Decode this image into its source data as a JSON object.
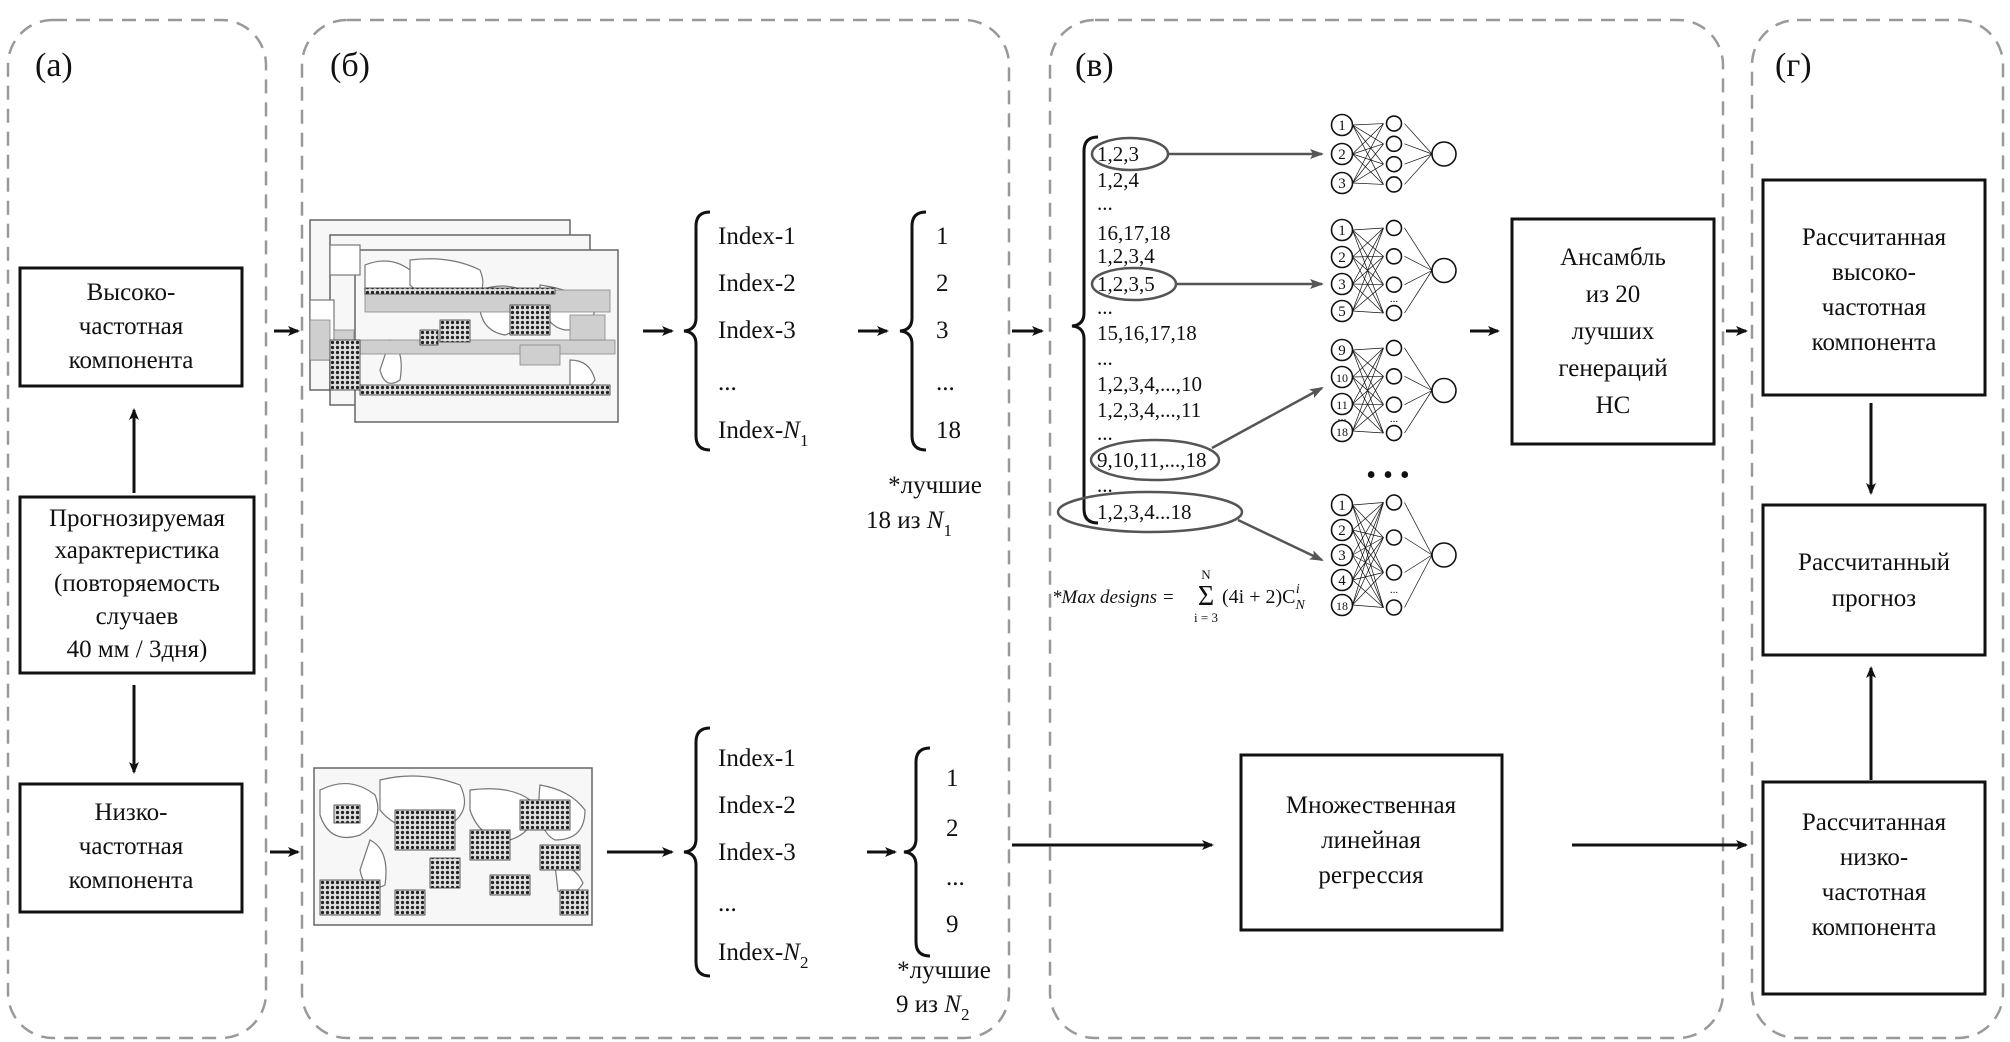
{
  "panels": {
    "a": "(а)",
    "b": "(б)",
    "v": "(в)",
    "g": "(г)"
  },
  "panel_a": {
    "high_component": [
      "Высоко-",
      "частотная",
      "компонента"
    ],
    "target": [
      "Прогнозируемая",
      "характеристика",
      "(повторяемость",
      "случаев",
      "40 мм / 3дня)"
    ],
    "low_component": [
      "Низко-",
      "частотная",
      "компонента"
    ]
  },
  "panel_b": {
    "top_indices": [
      "Index-1",
      "Index-2",
      "Index-3",
      "...",
      "Index-"
    ],
    "top_index_last_var": "N",
    "top_index_last_sub": "1",
    "top_selected": [
      "1",
      "2",
      "3",
      "...",
      "18"
    ],
    "top_note_line1": "*лучшие",
    "top_note_line2": "18 из ",
    "top_note_var": "N",
    "top_note_sub": "1",
    "bottom_indices": [
      "Index-1",
      "Index-2",
      "Index-3",
      "...",
      "Index-"
    ],
    "bottom_index_last_var": "N",
    "bottom_index_last_sub": "2",
    "bottom_selected": [
      "1",
      "2",
      "...",
      "9"
    ],
    "bottom_note_line1": "*лучшие",
    "bottom_note_line2": "9 из ",
    "bottom_note_var": "N",
    "bottom_note_sub": "2"
  },
  "panel_v": {
    "combinations": [
      "1,2,3",
      "1,2,4",
      "...",
      "16,17,18",
      "1,2,3,4",
      "1,2,3,5",
      "...",
      "15,16,17,18",
      "...",
      "1,2,3,4,...,10",
      "1,2,3,4,...,11",
      "...",
      "9,10,11,...,18",
      "...",
      "1,2,3,4...18"
    ],
    "net1_inputs": [
      "1",
      "2",
      "3"
    ],
    "net2_inputs": [
      "1",
      "2",
      "3",
      "5"
    ],
    "net3_inputs": [
      "9",
      "10",
      "11",
      "18"
    ],
    "net4_inputs": [
      "1",
      "2",
      "3",
      "4",
      "18"
    ],
    "ellipsis": "...",
    "nets_gap": "• • •",
    "formula_prefix": "*Max designs = ",
    "formula_sum": "Σ",
    "formula_top": "N",
    "formula_bottom": "i = 3",
    "formula_body": "(4i + 2)C",
    "formula_c_sub": "N",
    "formula_c_sup": "i",
    "ensemble": [
      "Ансамбль",
      "из 20",
      "лучших",
      "генераций",
      "НС"
    ],
    "regression": [
      "Множественная",
      "линейная",
      "регрессия"
    ]
  },
  "panel_g": {
    "calc_high": [
      "Рассчитанная",
      "высоко-",
      "частотная",
      "компонента"
    ],
    "forecast": [
      "Рассчитанный",
      "прогноз"
    ],
    "calc_low": [
      "Рассчитанная",
      "низко-",
      "частотная",
      "компонента"
    ]
  }
}
